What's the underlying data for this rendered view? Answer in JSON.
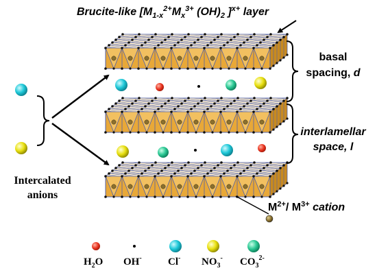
{
  "title": {
    "prefix": "Brucite-like [M",
    "sub1": "1-x",
    "sup1": "2+",
    "mid1": "M",
    "sub2": "x",
    "sup2": "3+",
    "mid2": " (OH)",
    "sub3": "2",
    "mid3": " ]",
    "sup3": "x+",
    "suffix": " layer"
  },
  "basal": {
    "line1": "basal",
    "line2": "spacing, ",
    "var": "d"
  },
  "interlamellar": {
    "line1": "interlamellar",
    "line2": "space, ",
    "var": "l"
  },
  "intercalated": {
    "line1": "Intercalated",
    "line2": "anions"
  },
  "cation": {
    "m2": "M",
    "sup_a": "2+",
    "sep": "/ M",
    "sup_b": "3+",
    "word": " cation"
  },
  "legend": [
    {
      "name": "water",
      "base": "H",
      "sub": "2",
      "rest": "O",
      "sup": "",
      "color": "#e8321e"
    },
    {
      "name": "hydroxide",
      "base": "OH",
      "sub": "",
      "rest": "",
      "sup": "-",
      "color": "#000000"
    },
    {
      "name": "chloride",
      "base": "Cl",
      "sub": "",
      "rest": "",
      "sup": "-",
      "color": "#1ec8d8"
    },
    {
      "name": "nitrate",
      "base": "NO",
      "sub": "3",
      "rest": "",
      "sup": "-",
      "color": "#e8e010"
    },
    {
      "name": "carbonate",
      "base": "CO",
      "sub": "3",
      "rest": "",
      "sup": "2-",
      "color": "#2cc894"
    }
  ],
  "colors": {
    "octahedron_front": "#e8a838",
    "octahedron_side": "#c88a20",
    "octahedron_top": "#fff0d0",
    "edge": "#5060a8",
    "vertex": "#101010",
    "cation": "#8a7030"
  }
}
